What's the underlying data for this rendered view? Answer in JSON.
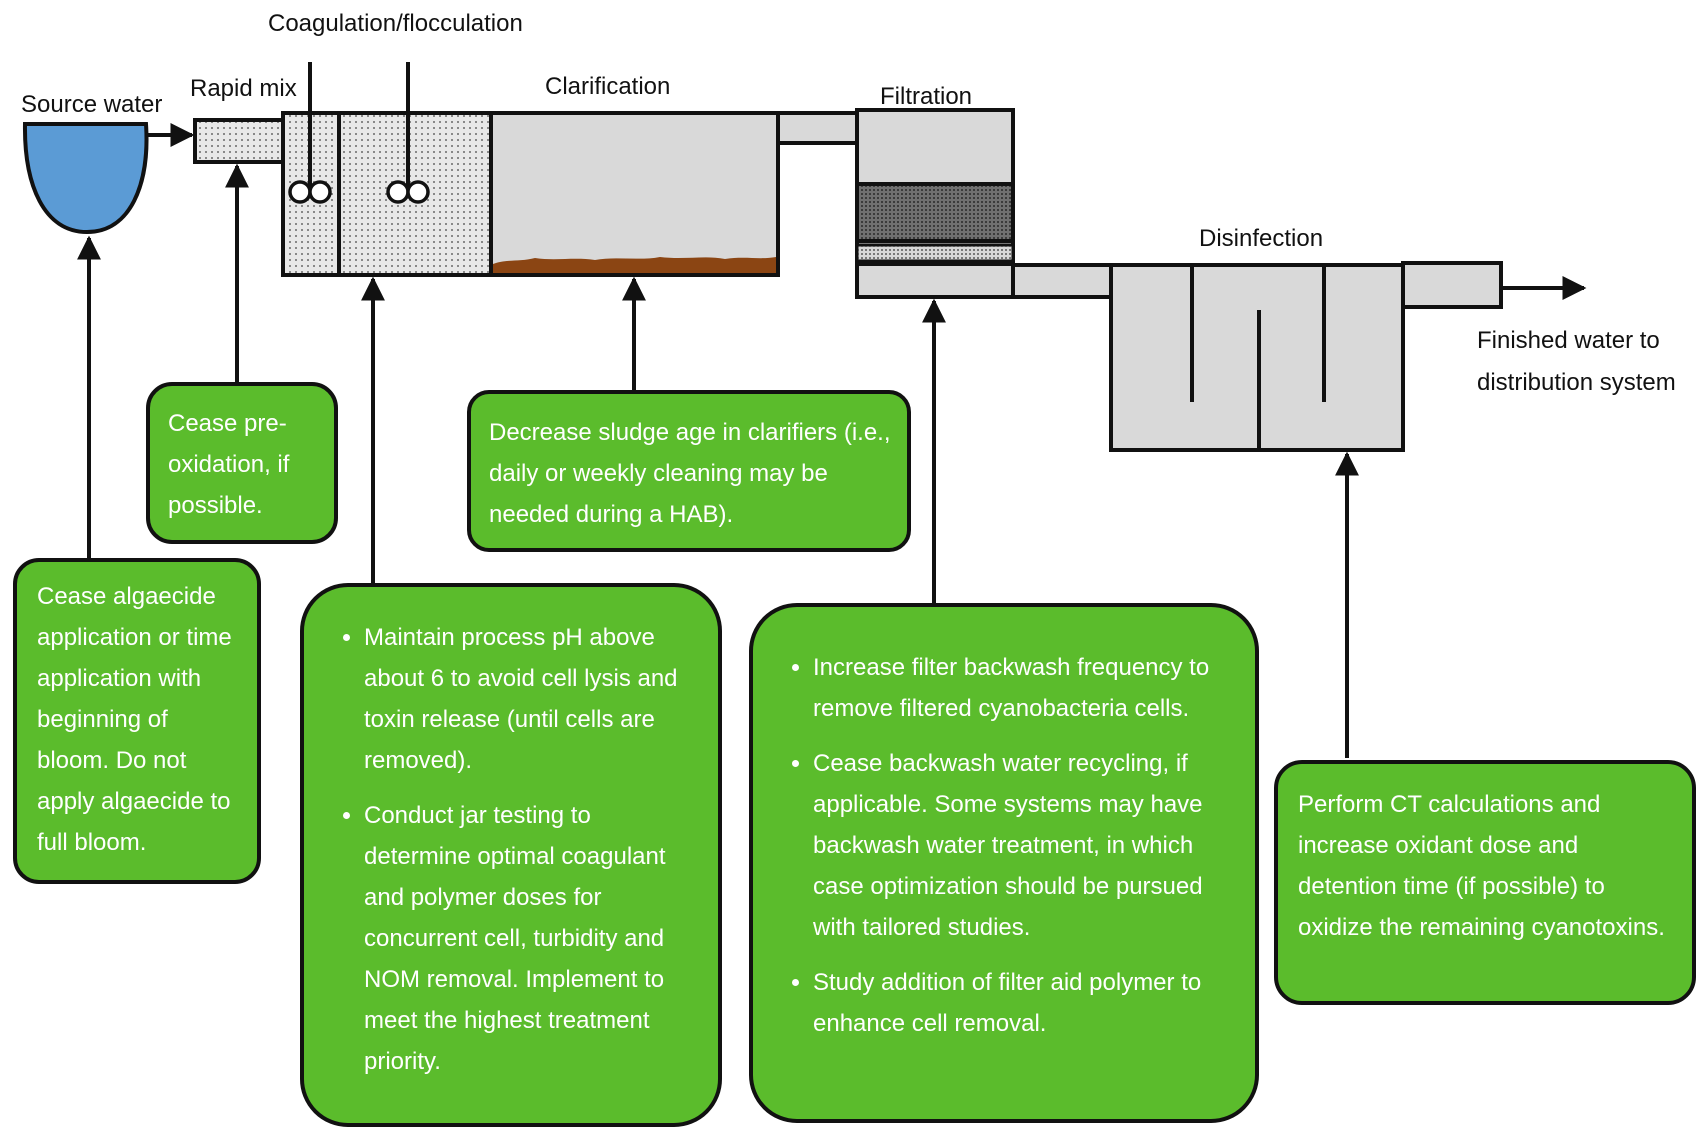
{
  "stages": {
    "source_water": "Source water",
    "rapid_mix": "Rapid mix",
    "coagulation": "Coagulation/flocculation",
    "clarification": "Clarification",
    "filtration": "Filtration",
    "disinfection": "Disinfection",
    "finished_water": "Finished water to distribution system"
  },
  "recommendations": {
    "source_water": "Cease algaecide application or time application with beginning of bloom. Do not apply algaecide to full bloom.",
    "rapid_mix": "Cease pre-oxidation, if possible.",
    "coagulation": [
      "Maintain process pH above about 6 to avoid cell lysis and toxin release (until cells are removed).",
      "Conduct jar testing to determine optimal coagulant and polymer doses for concurrent cell, turbidity and NOM removal. Implement to meet the highest treatment priority."
    ],
    "clarification": "Decrease sludge age in clarifiers (i.e., daily or weekly cleaning may be needed during a HAB).",
    "filtration": [
      "Increase filter backwash frequency to remove filtered cyanobacteria cells.",
      "Cease backwash water recycling, if applicable. Some systems may have backwash water treatment, in which case optimization should be pursued with tailored studies.",
      "Study addition of filter aid polymer to enhance cell removal."
    ],
    "disinfection": "Perform CT calculations and increase oxidant dose and detention time (if possible) to oxidize the remaining cyanotoxins."
  },
  "colors": {
    "note_box": "#5bbc2c",
    "source_water": "#5b9bd5",
    "tank_fill": "#d9d9d9",
    "sludge": "#8b4513",
    "outline": "#111111"
  }
}
